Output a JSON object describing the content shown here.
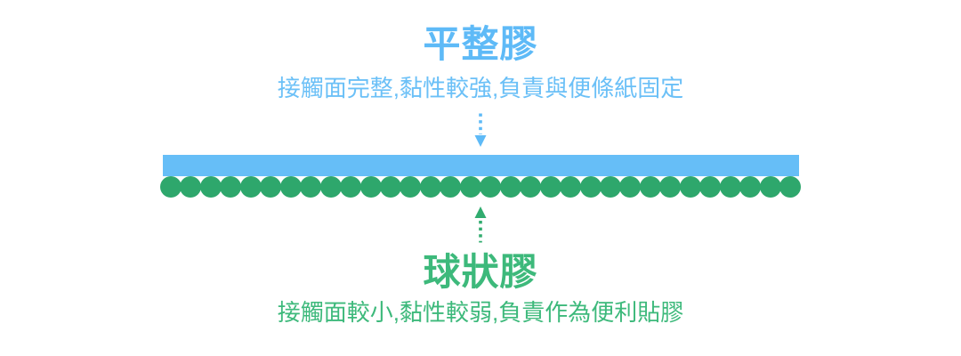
{
  "top_section": {
    "title": "平整膠",
    "subtitle": "接觸面完整,黏性較強,負責與便條紙固定",
    "text_color": "#5EBAF7",
    "subtitle_color": "#6BC0F7"
  },
  "bottom_section": {
    "title": "球狀膠",
    "subtitle": "接觸面較小,黏性較弱,負責作為便利貼膠",
    "text_color": "#3DB97B"
  },
  "diagram": {
    "flat_bar_color": "#66BEF7",
    "ball_dot_color": "#2EA76C",
    "ball_dot_count": 32,
    "down_arrow": {
      "icon": "arrow-down-dotted",
      "color": "#5EBAF7"
    },
    "up_arrow": {
      "icon": "arrow-up-dotted",
      "color": "#31AC6F"
    }
  }
}
